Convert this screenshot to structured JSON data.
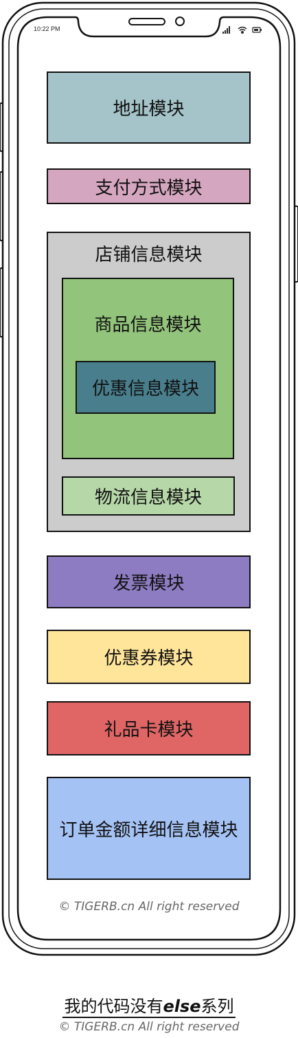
{
  "status_bar": {
    "time": "10:22 PM"
  },
  "modules": {
    "address": "地址模块",
    "payment": "支付方式模块",
    "shop": "店铺信息模块",
    "goods": "商品信息模块",
    "promotion": "优惠信息模块",
    "logistics": "物流信息模块",
    "invoice": "发票模块",
    "coupon": "优惠券模块",
    "gift_card": "礼品卡模块",
    "order_amount": "订单金额详细信息模块"
  },
  "colors": {
    "address": "#a4c4c9",
    "payment": "#d5a6bf",
    "shop": "#cccccc",
    "goods": "#93c47c",
    "promotion": "#497e8d",
    "logistics": "#b6d7a8",
    "invoice": "#8e7cc3",
    "coupon": "#ffe599",
    "gift_card": "#e06666",
    "order_amount": "#a4c2f4"
  },
  "watermark": "© TIGERB.cn All right reserved",
  "caption": {
    "prefix": "我的代码没有",
    "keyword": "else",
    "suffix": "系列",
    "copyright": "© TIGERB.cn All right reserved"
  }
}
